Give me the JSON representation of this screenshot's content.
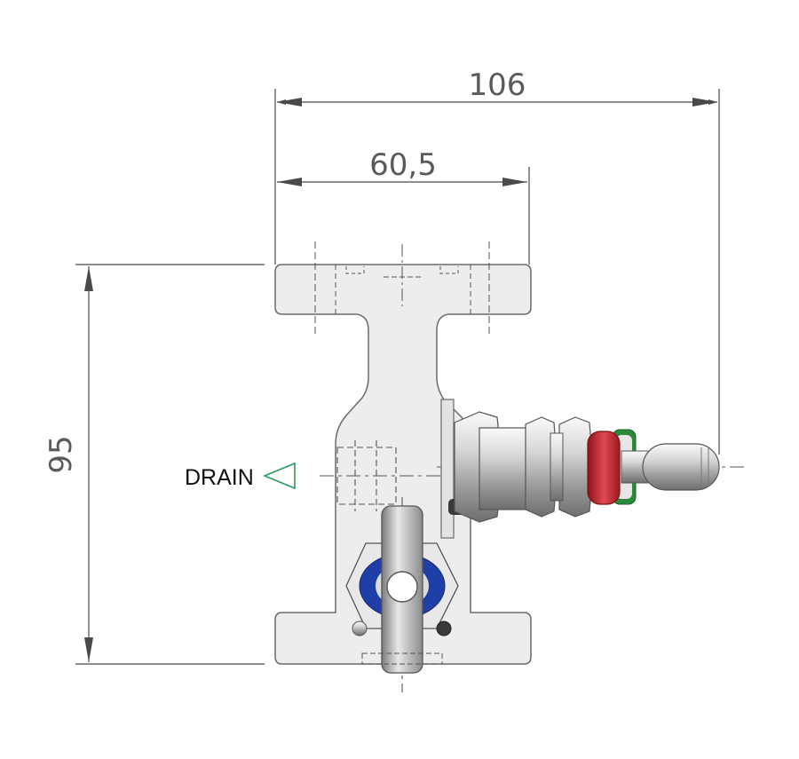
{
  "dimensions": {
    "overall_width": "106",
    "flange_width": "60,5",
    "height": "95"
  },
  "labels": {
    "drain": "DRAIN"
  },
  "colors": {
    "body_fill": "#ededed",
    "outline": "#6b6b6b",
    "dimension_line": "#4a4a4a",
    "drain_arrow": "#2e9a5e",
    "red_ring": "#c9232d",
    "blue_ring": "#1f3fa8",
    "green_ring": "#2a8a3a"
  },
  "icons": {
    "drain_marker": "triangle-left-outline-icon"
  }
}
